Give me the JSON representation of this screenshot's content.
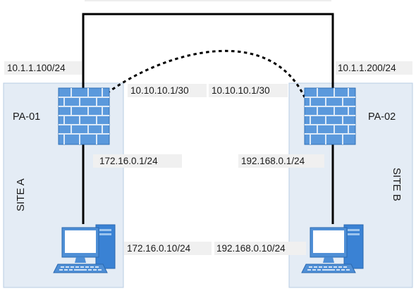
{
  "sites": {
    "a": {
      "label": "SITE A"
    },
    "b": {
      "label": "SITE B"
    }
  },
  "devices": {
    "fw_a": {
      "label": "PA-01",
      "icon": "firewall-icon"
    },
    "fw_b": {
      "label": "PA-02",
      "icon": "firewall-icon"
    },
    "pc_a": {
      "icon": "desktop-computer-icon"
    },
    "pc_b": {
      "icon": "desktop-computer-icon"
    }
  },
  "addresses": {
    "fw_a_outside": "10.1.1.100/24",
    "fw_b_outside": "10.1.1.200/24",
    "fw_a_tunnel": "10.10.10.1/30",
    "fw_b_tunnel": "10.10.10.1/30",
    "fw_a_inside": "172.16.0.1/24",
    "fw_b_inside": "192.168.0.1/24",
    "pc_a_ip": "172.16.0.10/24",
    "pc_b_ip": "192.168.0.10/24"
  },
  "colors": {
    "site_fill": "#e4ecf5",
    "site_border": "#b8cde3",
    "label_bg": "#f0f0f0",
    "device_blue": "#4f8fd6",
    "link": "#000000"
  }
}
